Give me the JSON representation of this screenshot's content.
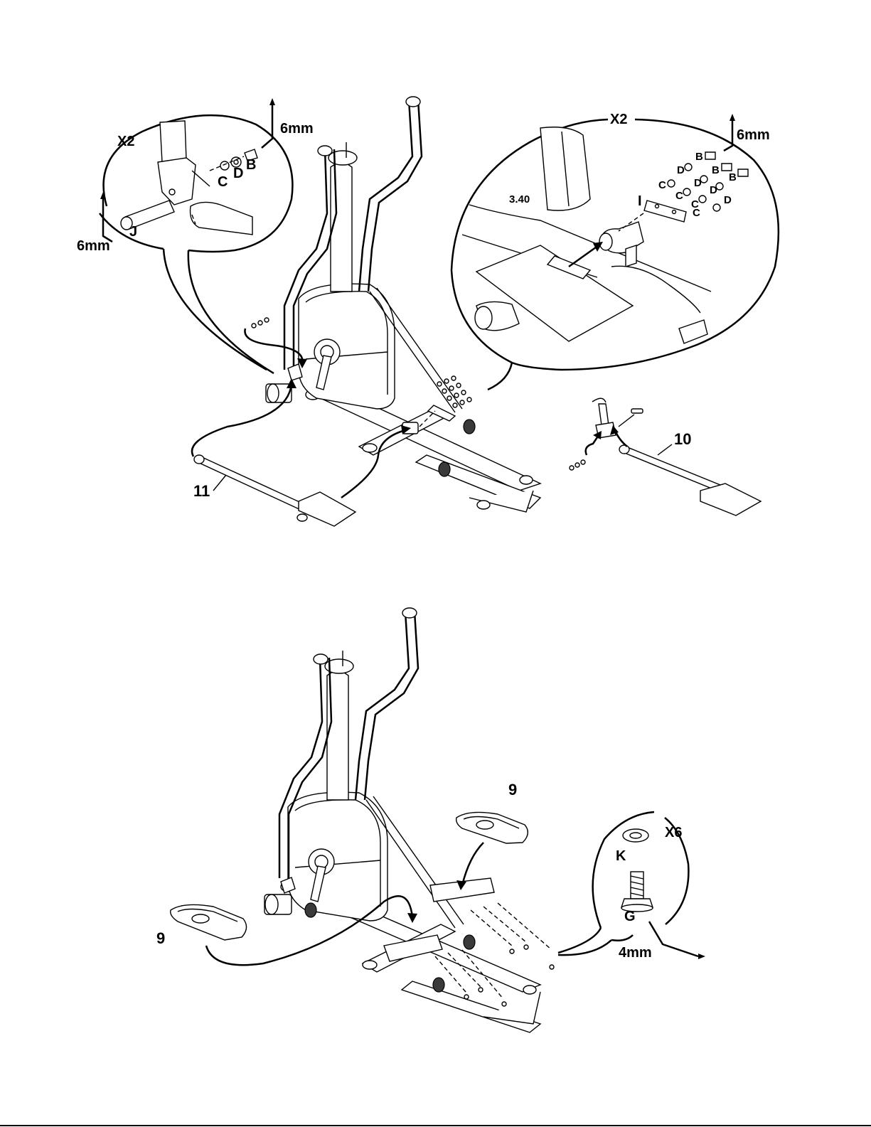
{
  "figure_top": {
    "callout_left": {
      "quantity": "X2",
      "tool_top": "6mm",
      "tool_bottom": "6mm",
      "parts": [
        "J",
        "C",
        "D",
        "B"
      ]
    },
    "callout_right": {
      "quantity": "X2",
      "tool": "6mm",
      "parts": [
        "B",
        "B",
        "B",
        "D",
        "D",
        "D",
        "D",
        "C",
        "C",
        "C",
        "C",
        "I"
      ],
      "frame_text": "3.40"
    },
    "part_numbers": [
      "11",
      "10"
    ]
  },
  "figure_bottom": {
    "callout": {
      "quantity": "X6",
      "tool": "4mm",
      "parts": [
        "K",
        "G"
      ]
    },
    "part_numbers": [
      "9",
      "9"
    ]
  }
}
